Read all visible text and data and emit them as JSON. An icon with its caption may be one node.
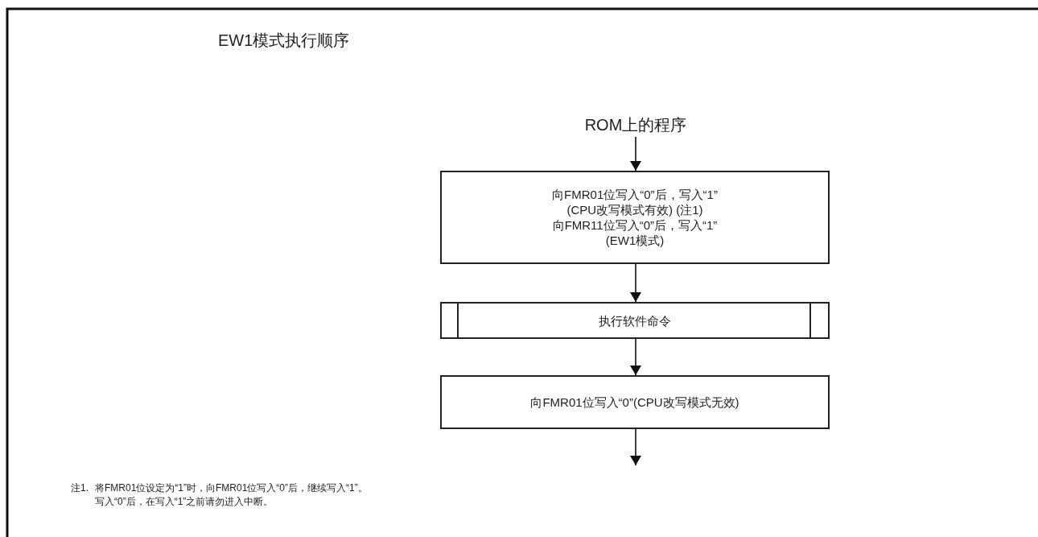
{
  "diagram": {
    "title": "EW1模式执行顺序",
    "nodes": [
      {
        "text": [
          "ROM上的程序"
        ]
      },
      {
        "text": [
          "向FMR01位写入“0”后，写入“1”",
          "(CPU改写模式有效) (注1)",
          "向FMR11位写入“0”后，写入“1”",
          "(EW1模式)"
        ]
      },
      {
        "text": [
          "执行软件命令"
        ]
      },
      {
        "text": [
          "向FMR01位写入“0”(CPU改写模式无效)"
        ]
      }
    ],
    "edges": [
      {
        "from": 0,
        "to": 1,
        "arrow": "to"
      },
      {
        "from": 1,
        "to": 2,
        "arrow": "to"
      },
      {
        "from": 2,
        "to": 3,
        "arrow": "to"
      },
      {
        "from": 3,
        "to": null,
        "arrow": "to"
      }
    ],
    "labels": [
      "注1.",
      "将FMR01位设定为“1”时，向FMR01位写入“0”后，继续写入“1”。",
      "写入“0”后，在写入“1”之前请勿进入中断。"
    ]
  }
}
